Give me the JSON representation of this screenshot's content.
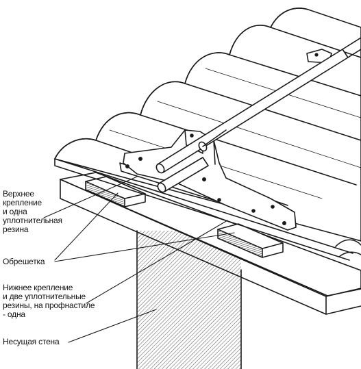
{
  "labels": {
    "upper_mount": [
      "Верхнее",
      "крепление",
      "и одна",
      "уплотнительная",
      "резина"
    ],
    "batten": "Обрешетка",
    "lower_mount": [
      "Нижнее крепление",
      "и две уплотнительные",
      "резины, на профнастиле",
      "- одна"
    ],
    "wall": "Несущая стена"
  },
  "colors": {
    "stroke": "#1a1a1a",
    "background": "#ffffff",
    "text": "#111111"
  }
}
